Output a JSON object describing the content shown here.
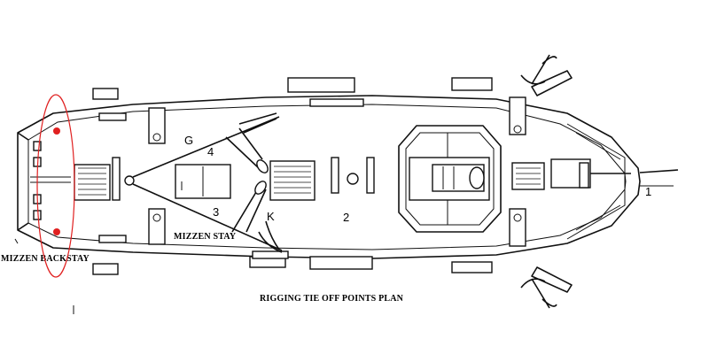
{
  "diagram": {
    "caption": "RIGGING TIE OFF POINTS PLAN",
    "labels": {
      "mizzen_stay": "MIZZEN STAY",
      "mizzen_backstay": "MIZZEN BACKSTAY",
      "letter_g": "G",
      "letter_k": "K",
      "num_1": "1",
      "num_2": "2",
      "num_3": "3",
      "num_4": "4"
    },
    "colors": {
      "ink": "#111111",
      "highlight_ellipse": "#e02020",
      "highlight_dot": "#e02020",
      "background": "#ffffff"
    }
  }
}
